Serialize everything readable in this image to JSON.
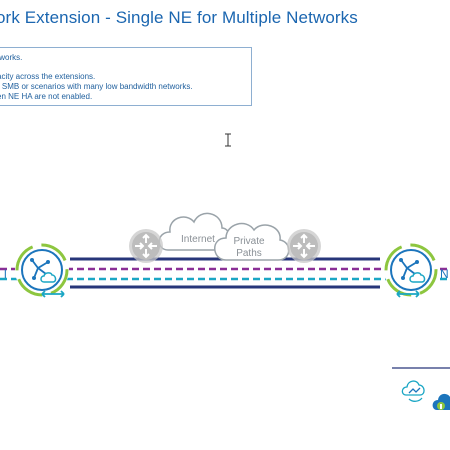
{
  "slide": {
    "title": "ork Extension - Single NE for Multiple Networks",
    "notes": [
      "tworks.",
      "acity across the extensions.",
      "r SMB or scenarios with many low bandwidth networks.",
      "en NE HA are not enabled."
    ]
  },
  "diagram": {
    "cloud_internet_label": "Internet",
    "cloud_private_label_1": "Private",
    "cloud_private_label_2": "Paths",
    "left_node_label": "l",
    "right_node_label": "N",
    "colors": {
      "title_blue": "#1b66b0",
      "line_navy": "#27367a",
      "line_purple": "#8a2f96",
      "line_teal": "#1aa6c4",
      "node_green": "#8dc63f",
      "node_blue": "#1c75bc",
      "router_gray": "#c8c8c8",
      "cloud_stroke": "#9aa3a9"
    },
    "icons": [
      "router-icon",
      "cloud-icon",
      "network-extension-icon",
      "text-cursor-icon"
    ]
  }
}
